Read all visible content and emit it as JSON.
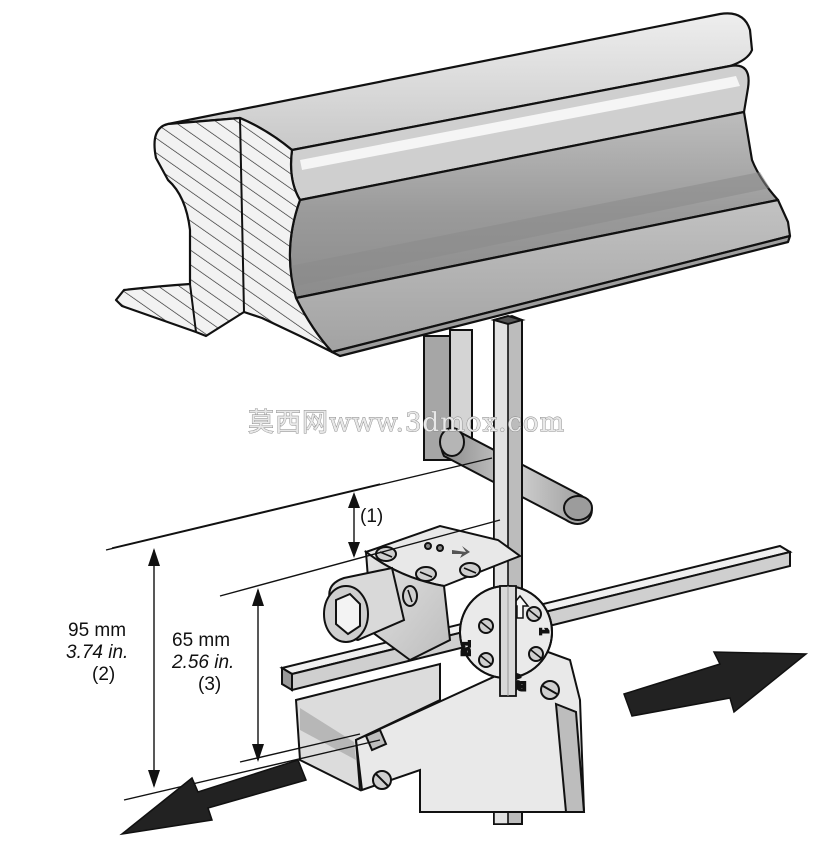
{
  "dimensions": {
    "clearance_label": "(1)",
    "outer_mm": "95 mm",
    "outer_in": "3.74 in.",
    "outer_ref": "(2)",
    "inner_mm": "65 mm",
    "inner_in": "2.56 in.",
    "inner_ref": "(3)"
  },
  "watermark": "莫西网www.3dmox.com",
  "terminal_marks": {
    "b1": "B1",
    "a2": "A2",
    "b2": "B2",
    "a1": "1"
  },
  "colors": {
    "line": "#111111",
    "metal_light": "#d6d6d6",
    "metal_mid": "#a9a9a9",
    "metal_dark": "#7c7c7c",
    "arrow": "#222222"
  }
}
